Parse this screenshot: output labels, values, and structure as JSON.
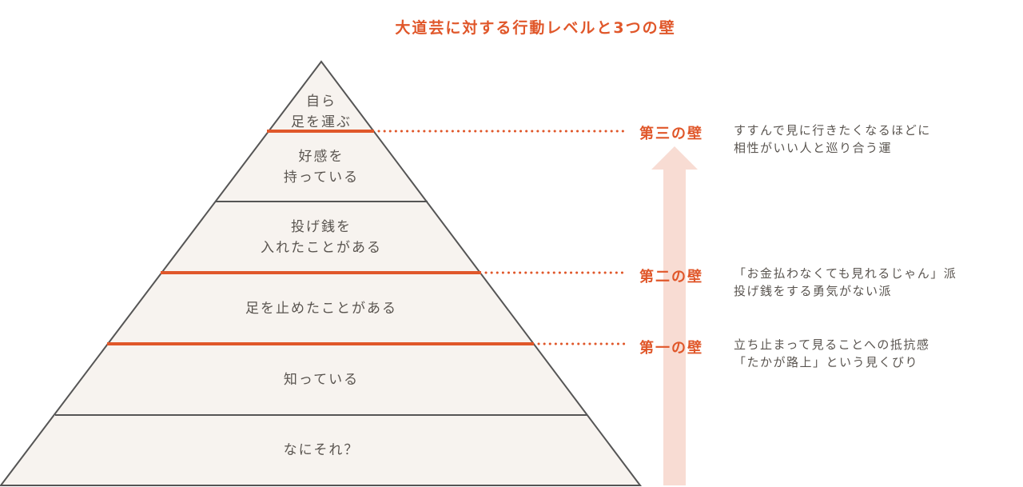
{
  "title": "大道芸に対する行動レベルと3つの壁",
  "levels": [
    {
      "line1": "自ら",
      "line2": "足を運ぶ"
    },
    {
      "line1": "好感を",
      "line2": "持っている"
    },
    {
      "line1": "投げ銭を",
      "line2": "入れたことがある"
    },
    {
      "line1": "足を止めたことがある",
      "line2": ""
    },
    {
      "line1": "知っている",
      "line2": ""
    },
    {
      "line1": "なにそれ？",
      "line2": ""
    }
  ],
  "walls": [
    {
      "label": "第三の壁",
      "desc1": "すすんで見に行きたくなるほどに",
      "desc2": "相性がいい人と巡り合う運"
    },
    {
      "label": "第二の壁",
      "desc1": "「お金払わなくても見れるじゃん」派",
      "desc2": "投げ銭をする勇気がない派"
    },
    {
      "label": "第一の壁",
      "desc1": "立ち止まって見ることへの抵抗感",
      "desc2": "「たかが路上」という見くびり"
    }
  ],
  "colors": {
    "accent": "#e0572a",
    "fill": "#f7f3ef",
    "arrow": "#f8dcd3",
    "text": "#5a5550"
  }
}
